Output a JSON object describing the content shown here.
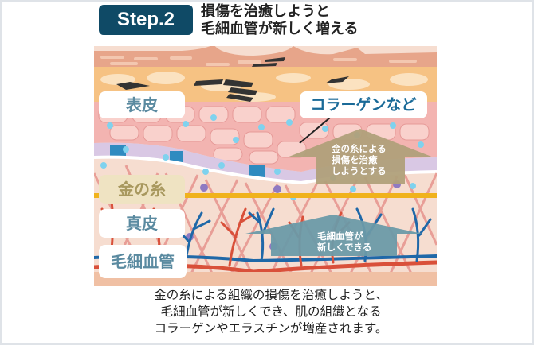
{
  "header": {
    "step_label": "Step.2",
    "title_lines": [
      "損傷を治癒しようと",
      "毛細血管が新しく増える"
    ]
  },
  "illustration": {
    "labels": {
      "epidermis": "表皮",
      "collagen": "コラーゲンなど",
      "gold_thread": "金の糸",
      "dermis": "真皮",
      "capillary": "毛細血管"
    },
    "arrows": {
      "heal": [
        "金の糸による",
        "損傷を治癒",
        "しようとする"
      ],
      "new_vessels": [
        "毛細血管が",
        "新しくできる"
      ]
    },
    "colors": {
      "step_badge": "#0f4a66",
      "gold_thread": "#f0b21c",
      "heal_arrow": "#b0a07a",
      "vessel_arrow": "#6b9aa8",
      "artery": "#d9503a",
      "vein": "#1f68a8",
      "cell_dot": "#7fd2ee"
    }
  },
  "caption": {
    "lines": [
      "金の糸による組織の損傷を治癒しようと、",
      "毛細血管が新しくでき、肌の組織となる",
      "コラーゲンやエラスチンが増産されます。"
    ]
  }
}
